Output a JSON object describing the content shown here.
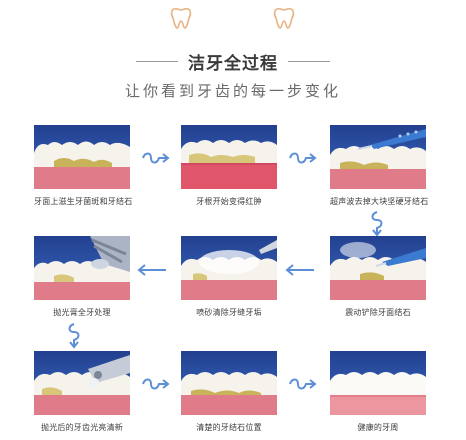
{
  "colors": {
    "panel_blue": "#2f58ad",
    "gum_pink": "#e07c8a",
    "tartar_yellow": "#c9b35a",
    "arrow_blue": "#5c8fd6",
    "deco_orange": "#e9b383"
  },
  "header": {
    "title": "洁牙全过程",
    "subtitle": "让你看到牙齿的每一步变化"
  },
  "steps": [
    {
      "label": "牙面上滋生牙菌斑和牙结石",
      "icon": "teeth-with-plaque-icon"
    },
    {
      "label": "牙根开始变得红肿",
      "icon": "swollen-gums-icon"
    },
    {
      "label": "超声波去掉大块坚硬牙结石",
      "icon": "ultrasonic-scaler-icon"
    },
    {
      "label": "震动铲除牙面结石",
      "icon": "vibration-scaling-icon"
    },
    {
      "label": "喷砂清除牙缝牙垢",
      "icon": "sandblasting-icon"
    },
    {
      "label": "抛光膏全牙处理",
      "icon": "polishing-paste-icon"
    },
    {
      "label": "抛光后的牙齿光亮清新",
      "icon": "polisher-icon"
    },
    {
      "label": "清楚的牙结石位置",
      "icon": "tartar-location-icon"
    },
    {
      "label": "健康的牙周",
      "icon": "healthy-gums-icon"
    }
  ]
}
